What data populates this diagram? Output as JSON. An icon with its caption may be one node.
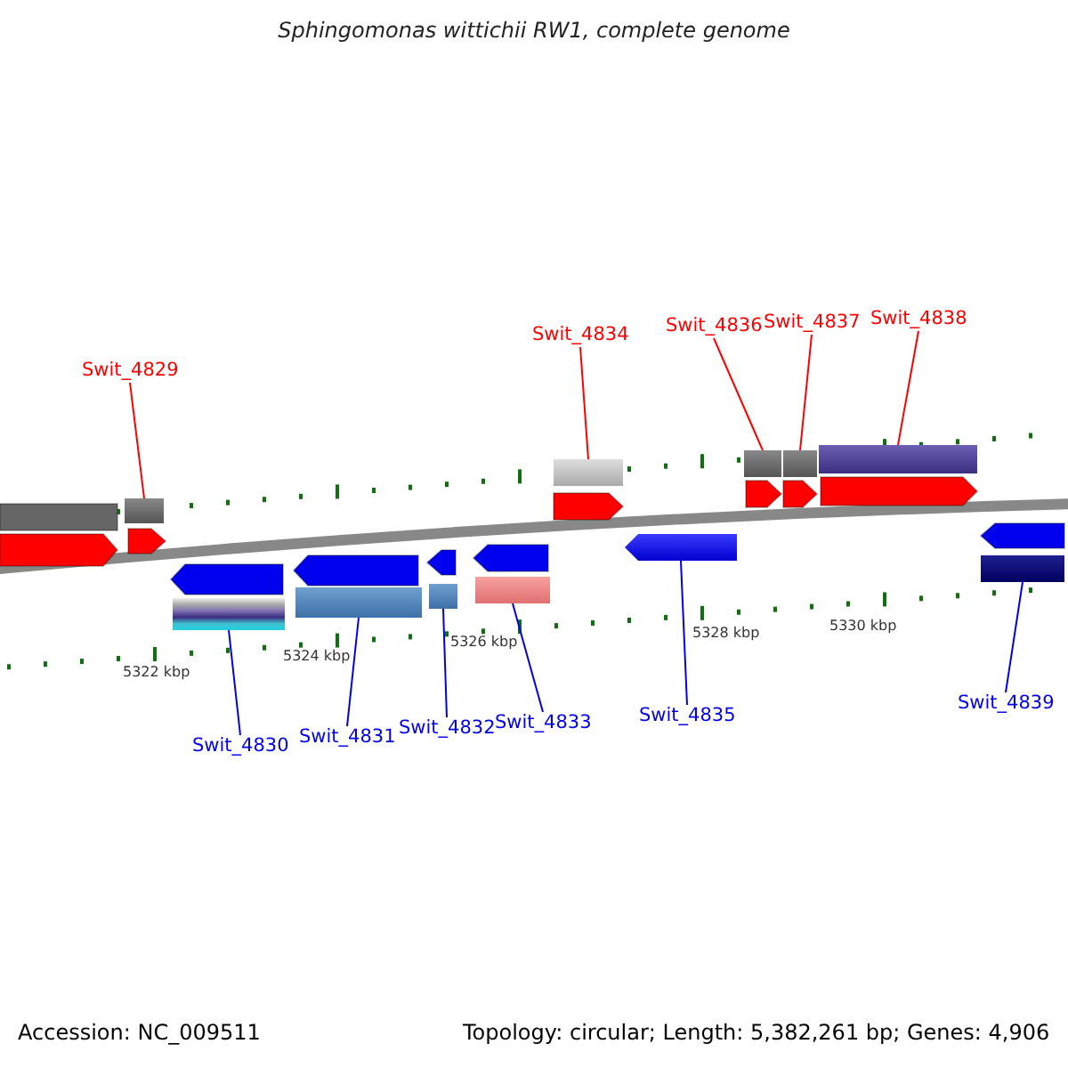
{
  "diagram": {
    "title": "Sphingomonas wittichii RW1, complete genome",
    "nodes": [
      {
        "text": [
          "Swit_4829"
        ]
      },
      {
        "text": [
          "Swit_4834"
        ]
      },
      {
        "text": [
          "Swit_4836"
        ]
      },
      {
        "text": [
          "Swit_4837"
        ]
      },
      {
        "text": [
          "Swit_4838"
        ]
      },
      {
        "text": [
          "Swit_4830"
        ]
      },
      {
        "text": [
          "Swit_4831"
        ]
      },
      {
        "text": [
          "Swit_4832"
        ]
      },
      {
        "text": [
          "Swit_4833"
        ]
      },
      {
        "text": [
          "Swit_4835"
        ]
      },
      {
        "text": [
          "Swit_4839"
        ]
      },
      {
        "text": [],
        "shape": "bar"
      },
      {
        "text": [],
        "shape": "bar"
      },
      {
        "text": [],
        "shape": "bar"
      },
      {
        "text": [],
        "shape": "bar"
      },
      {
        "text": [],
        "shape": "bar"
      },
      {
        "text": [],
        "shape": "bar"
      },
      {
        "text": [],
        "shape": "bar"
      },
      {
        "text": [],
        "shape": "bar"
      },
      {
        "text": [],
        "shape": "bar"
      },
      {
        "text": [],
        "shape": "bar"
      },
      {
        "text": [],
        "shape": "bar"
      }
    ],
    "edges": [
      {
        "from": 0,
        "to": 11,
        "arrow": "none",
        "color": "#ff0000"
      },
      {
        "from": 1,
        "to": 12,
        "arrow": "none",
        "color": "#ff0000"
      },
      {
        "from": 2,
        "to": 13,
        "arrow": "none",
        "color": "#ff0000"
      },
      {
        "from": 3,
        "to": 14,
        "arrow": "none",
        "color": "#ff0000"
      },
      {
        "from": 4,
        "to": 15,
        "arrow": "none",
        "color": "#ff0000"
      },
      {
        "from": 5,
        "to": 16,
        "arrow": "none",
        "color": "#0000ee"
      },
      {
        "from": 6,
        "to": 17,
        "arrow": "none",
        "color": "#0000ee"
      },
      {
        "from": 7,
        "to": 18,
        "arrow": "none",
        "color": "#0000ee"
      },
      {
        "from": 8,
        "to": 19,
        "arrow": "none",
        "color": "#0000ee"
      },
      {
        "from": 9,
        "to": 20,
        "arrow": "none",
        "color": "#0000ee"
      },
      {
        "from": 10,
        "to": 21,
        "arrow": "none",
        "color": "#0000ee"
      }
    ],
    "labels": [
      "5322 kbp",
      "5324 kbp",
      "5326 kbp",
      "5328 kbp",
      "5330 kbp",
      "Accession: NC_009511",
      "Topology: circular; Length: 5,382,261 bp; Genes: 4,906"
    ]
  }
}
